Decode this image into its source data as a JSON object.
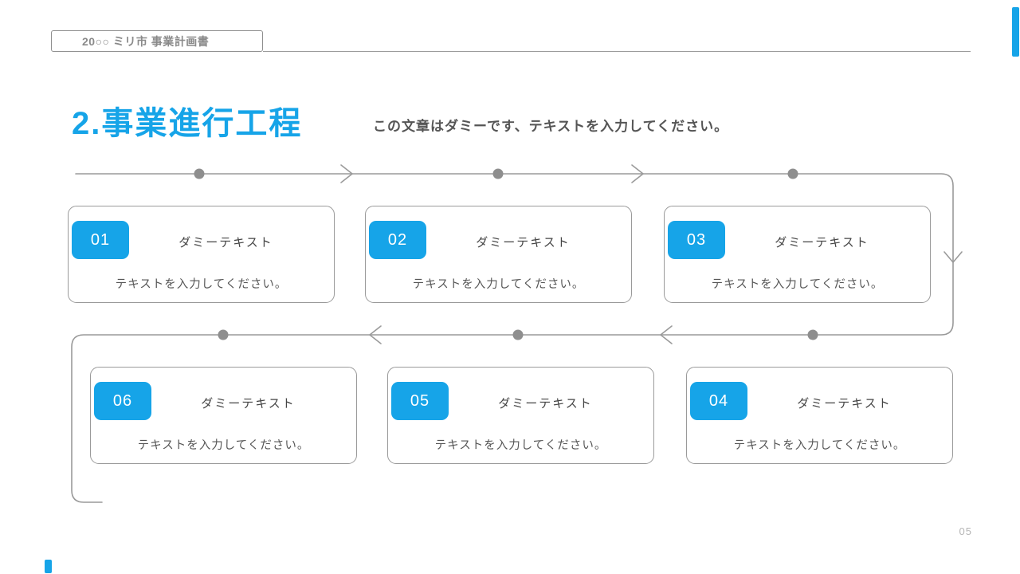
{
  "slide": {
    "header": {
      "label": "20○○ ミリ市 事業計画書"
    },
    "title": "2.事業進行工程",
    "subtitle": "この文章はダミーです、テキストを入力してください。",
    "page_number": "05",
    "accent_color": "#16a4e8"
  },
  "steps": [
    {
      "number": "01",
      "title": "ダミーテキスト",
      "description": "テキストを入力してください。"
    },
    {
      "number": "02",
      "title": "ダミーテキスト",
      "description": "テキストを入力してください。"
    },
    {
      "number": "03",
      "title": "ダミーテキスト",
      "description": "テキストを入力してください。"
    },
    {
      "number": "04",
      "title": "ダミーテキスト",
      "description": "テキストを入力してください。"
    },
    {
      "number": "05",
      "title": "ダミーテキスト",
      "description": "テキストを入力してください。"
    },
    {
      "number": "06",
      "title": "ダミーテキスト",
      "description": "テキストを入力してください。"
    }
  ]
}
